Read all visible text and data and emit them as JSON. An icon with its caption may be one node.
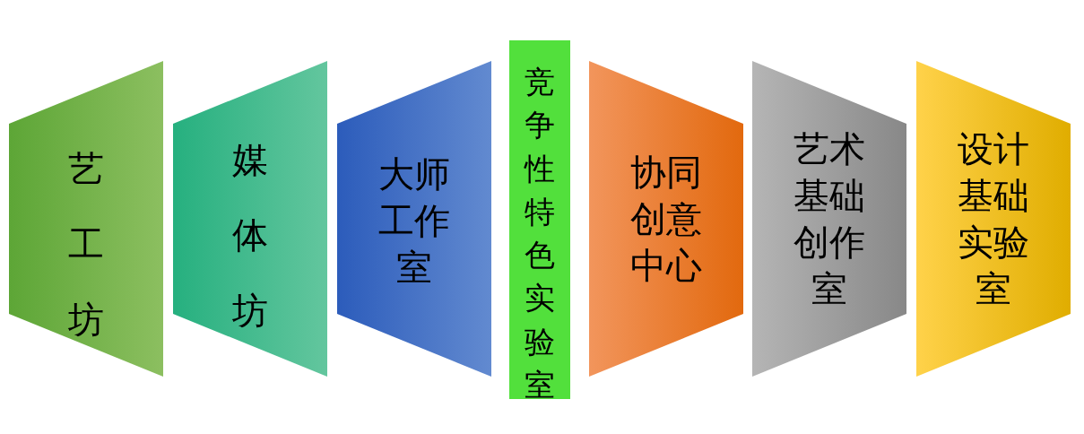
{
  "diagram": {
    "nodes": [
      {
        "text": [
          "艺工坊"
        ]
      },
      {
        "text": [
          "媒体坊"
        ]
      },
      {
        "text": [
          "大师工作室"
        ]
      },
      {
        "text": [
          "竞争性特色实验室"
        ]
      },
      {
        "text": [
          "协同创意中心"
        ]
      },
      {
        "text": [
          "艺术基础创作室"
        ]
      },
      {
        "text": [
          "设计基础实验室"
        ]
      }
    ]
  }
}
